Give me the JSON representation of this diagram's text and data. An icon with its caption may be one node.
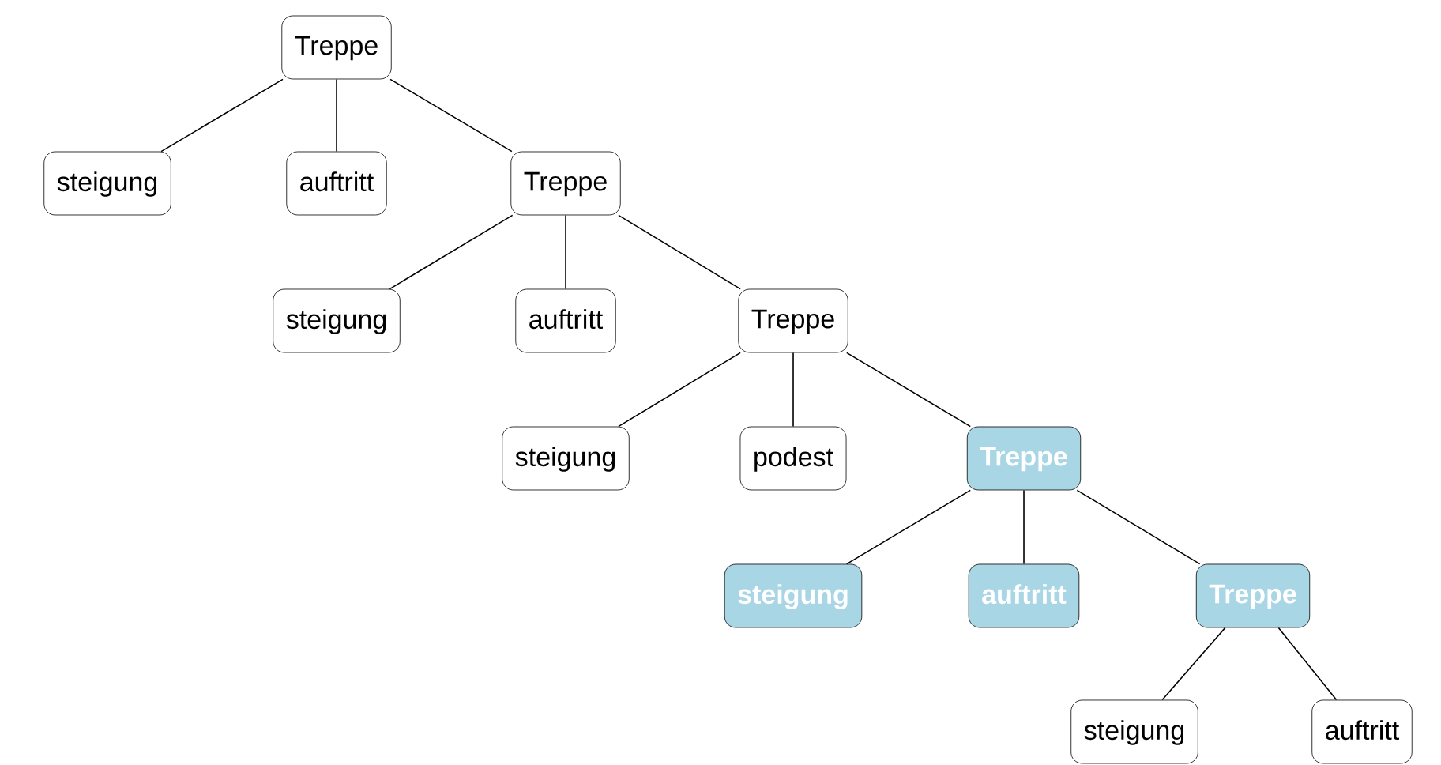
{
  "diagram": {
    "nodes": [
      {
        "text": [
          "Treppe"
        ]
      },
      {
        "text": [
          "steigung"
        ]
      },
      {
        "text": [
          "auftritt"
        ]
      },
      {
        "text": [
          "Treppe"
        ]
      },
      {
        "text": [
          "steigung"
        ]
      },
      {
        "text": [
          "auftritt"
        ]
      },
      {
        "text": [
          "Treppe"
        ]
      },
      {
        "text": [
          "steigung"
        ]
      },
      {
        "text": [
          "podest"
        ]
      },
      {
        "text": [
          "Treppe"
        ]
      },
      {
        "text": [
          "steigung"
        ]
      },
      {
        "text": [
          "auftritt"
        ]
      },
      {
        "text": [
          "Treppe"
        ]
      },
      {
        "text": [
          "steigung"
        ]
      },
      {
        "text": [
          "auftritt"
        ]
      }
    ],
    "edges": [
      {
        "from": 0,
        "to": 1,
        "arrow": "none"
      },
      {
        "from": 0,
        "to": 2,
        "arrow": "none"
      },
      {
        "from": 0,
        "to": 3,
        "arrow": "none"
      },
      {
        "from": 3,
        "to": 4,
        "arrow": "none"
      },
      {
        "from": 3,
        "to": 5,
        "arrow": "none"
      },
      {
        "from": 3,
        "to": 6,
        "arrow": "none"
      },
      {
        "from": 6,
        "to": 7,
        "arrow": "none"
      },
      {
        "from": 6,
        "to": 8,
        "arrow": "none"
      },
      {
        "from": 6,
        "to": 9,
        "arrow": "none"
      },
      {
        "from": 9,
        "to": 10,
        "arrow": "none"
      },
      {
        "from": 9,
        "to": 11,
        "arrow": "none"
      },
      {
        "from": 9,
        "to": 12,
        "arrow": "none"
      },
      {
        "from": 12,
        "to": 13,
        "arrow": "none"
      },
      {
        "from": 12,
        "to": 14,
        "arrow": "none"
      }
    ]
  }
}
